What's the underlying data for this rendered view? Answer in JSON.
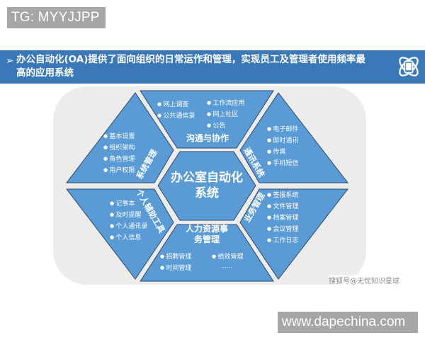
{
  "watermarks": {
    "top": "TG: MYYJJPP",
    "bottom": "www.dapechina.com",
    "credit": "搜狐号@无忧知识星球"
  },
  "banner": {
    "arrow": "➢",
    "text": "办公自动化(OA)提供了面向组织的日常运作和管理，实现员工及管理者使用频率最高的应用系统",
    "icon": "atom-phone-icon",
    "color": "#3a78b8"
  },
  "diagram": {
    "center": {
      "line1": "办公室自动化",
      "line2": "系统"
    },
    "colors": {
      "fill": "#5b9bd5",
      "stroke": "#2e4a6b",
      "panel": "#ececec"
    },
    "segments": {
      "communication": {
        "title": "沟通与协作",
        "items_left": [
          "网上调查",
          "公共通信录"
        ],
        "items_right": [
          "工作流应用",
          "网上社区",
          "公告"
        ]
      },
      "system_management": {
        "title": "系统管理",
        "items": [
          "基本设置",
          "组织架构",
          "角色管理",
          "用户权限"
        ]
      },
      "messaging": {
        "title": "通讯系统",
        "items": [
          "电子邮件",
          "即时通讯",
          "传真",
          "手机短信"
        ]
      },
      "personal_tools": {
        "title": "个人辅助工具",
        "items": [
          "记事本",
          "及时提醒",
          "个人通讯录",
          "个人信息"
        ]
      },
      "business_management": {
        "title": "业务管理",
        "items": [
          "签报系统",
          "文件管理",
          "档案管理",
          "会议管理",
          "工作日志"
        ]
      },
      "hr": {
        "title_line1": "人力资源事",
        "title_line2": "务管理",
        "items_left": [
          "招聘管理",
          "时间管理"
        ],
        "items_right": [
          "绩效管理"
        ],
        "ellipsis": "……"
      }
    }
  }
}
